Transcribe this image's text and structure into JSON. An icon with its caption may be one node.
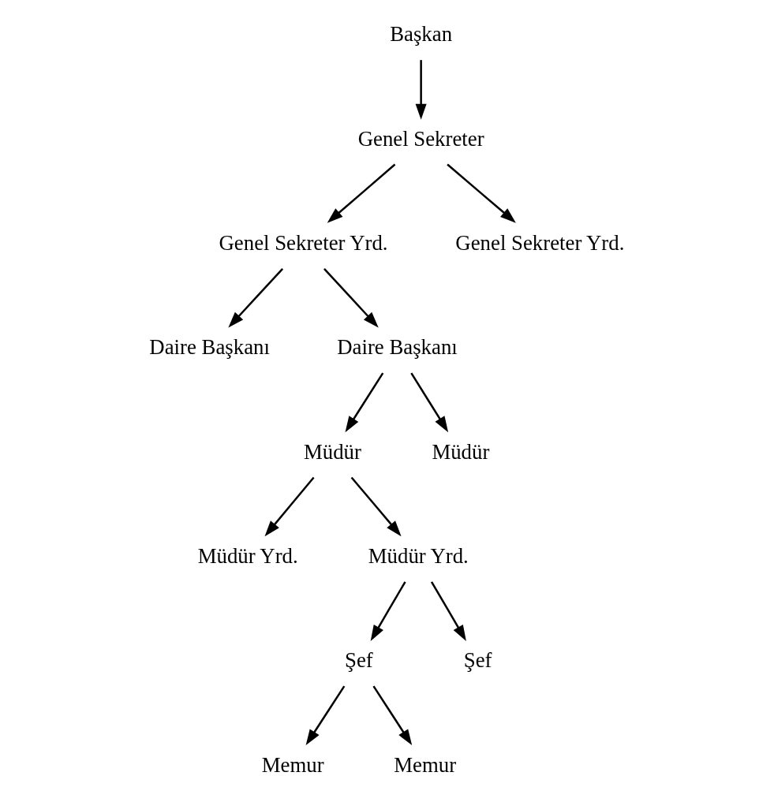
{
  "diagram": {
    "nodes": [
      {
        "text": [
          "Başkan"
        ]
      },
      {
        "text": [
          "Genel Sekreter"
        ]
      },
      {
        "text": [
          "Genel Sekreter Yrd."
        ]
      },
      {
        "text": [
          "Genel Sekreter Yrd."
        ]
      },
      {
        "text": [
          "Daire Başkanı"
        ]
      },
      {
        "text": [
          "Daire Başkanı"
        ]
      },
      {
        "text": [
          "Müdür"
        ]
      },
      {
        "text": [
          "Müdür"
        ]
      },
      {
        "text": [
          "Müdür Yrd."
        ]
      },
      {
        "text": [
          "Müdür Yrd."
        ]
      },
      {
        "text": [
          "Şef"
        ]
      },
      {
        "text": [
          "Şef"
        ]
      },
      {
        "text": [
          "Memur"
        ]
      },
      {
        "text": [
          "Memur"
        ]
      }
    ],
    "edges": [
      {
        "from": 0,
        "to": 1,
        "arrow": "to"
      },
      {
        "from": 1,
        "to": 2,
        "arrow": "to"
      },
      {
        "from": 1,
        "to": 3,
        "arrow": "to"
      },
      {
        "from": 2,
        "to": 4,
        "arrow": "to"
      },
      {
        "from": 2,
        "to": 5,
        "arrow": "to"
      },
      {
        "from": 5,
        "to": 6,
        "arrow": "to"
      },
      {
        "from": 5,
        "to": 7,
        "arrow": "to"
      },
      {
        "from": 6,
        "to": 8,
        "arrow": "to"
      },
      {
        "from": 6,
        "to": 9,
        "arrow": "to"
      },
      {
        "from": 9,
        "to": 10,
        "arrow": "to"
      },
      {
        "from": 9,
        "to": 11,
        "arrow": "to"
      },
      {
        "from": 10,
        "to": 12,
        "arrow": "to"
      },
      {
        "from": 10,
        "to": 13,
        "arrow": "to"
      }
    ]
  }
}
